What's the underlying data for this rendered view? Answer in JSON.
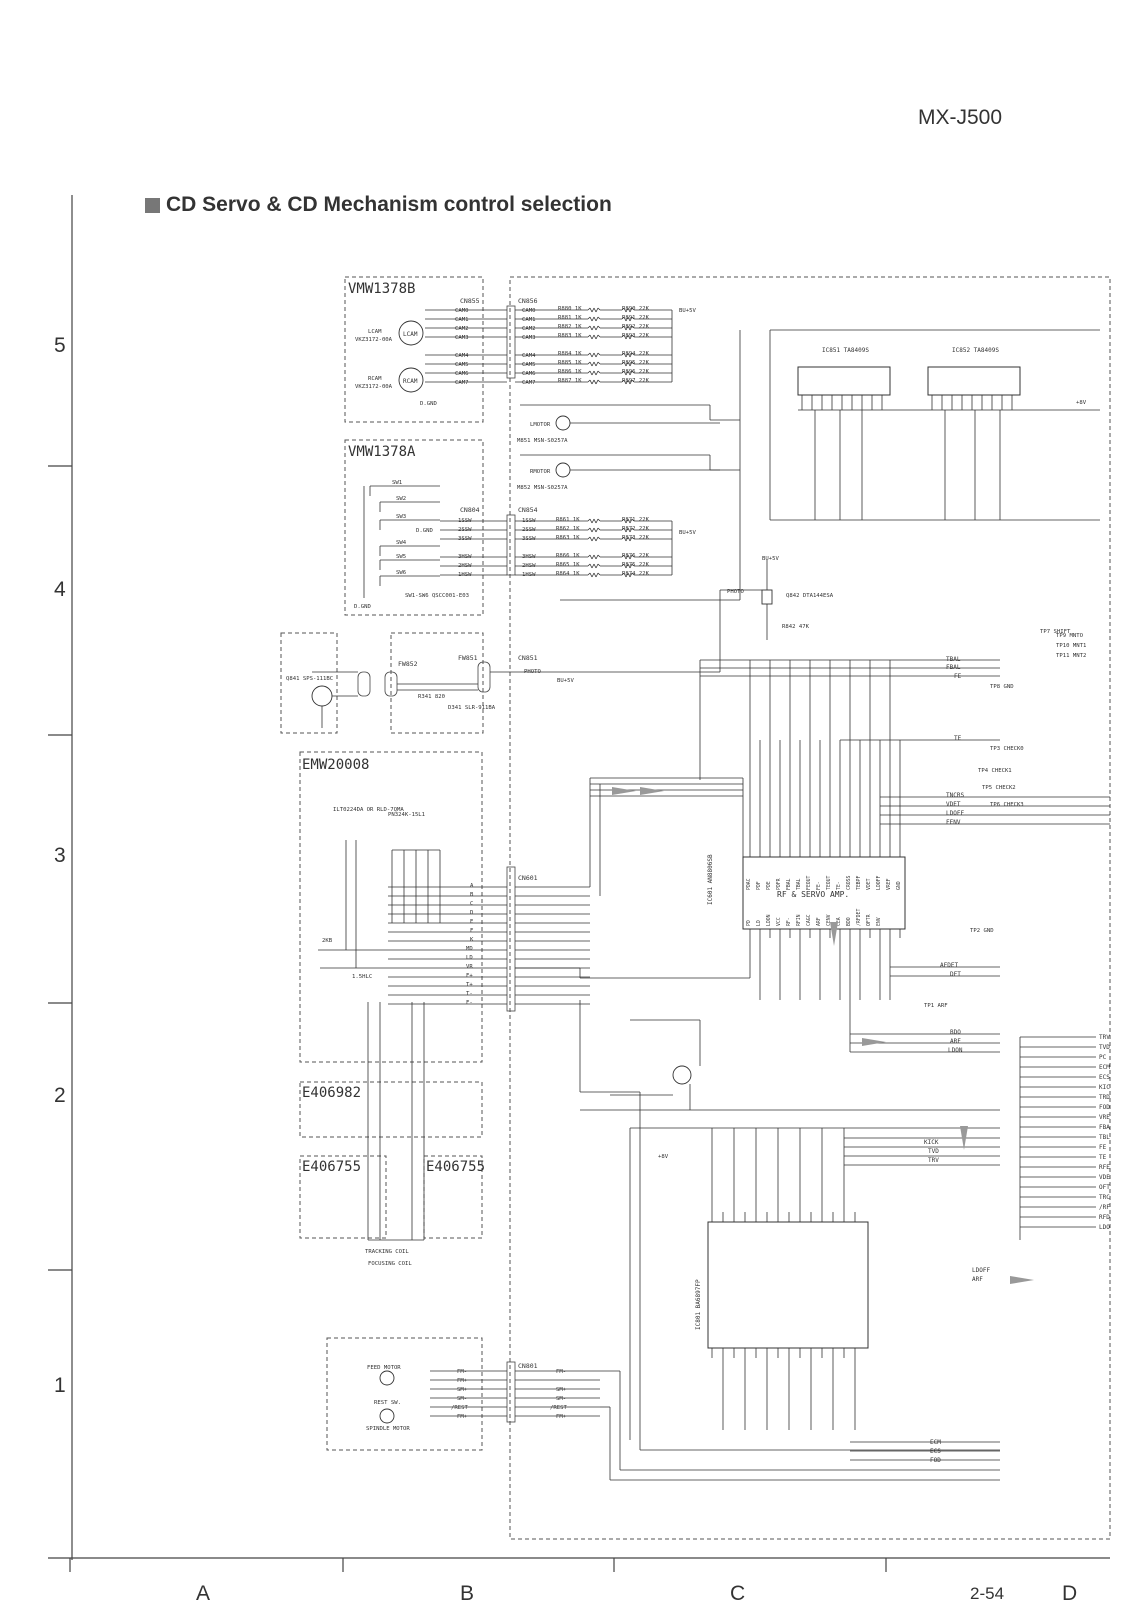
{
  "header": {
    "model": "MX-J500",
    "title": "CD Servo & CD Mechanism control selection",
    "page": "2-54"
  },
  "grid": {
    "rows": [
      "5",
      "4",
      "3",
      "2",
      "1"
    ],
    "cols": [
      "A",
      "B",
      "C",
      "D"
    ]
  },
  "boards": {
    "vmw1378b": "VMW1378B",
    "vmw1378a": "VMW1378A",
    "emw20008": "EMW20008",
    "e406982": "E406982",
    "e406755a": "E406755",
    "e406755b": "E406755"
  },
  "connectors": {
    "cn855": "CN855",
    "cn856": "CN856",
    "cn804": "CN804",
    "cn854": "CN854",
    "cn851": "CN851",
    "cn601": "CN601",
    "cn801": "CN801",
    "fw851": "FW851",
    "fw852": "FW852"
  },
  "cam_lines": [
    "CAM0",
    "CAM1",
    "CAM2",
    "CAM3",
    "CAM4",
    "CAM5",
    "CAM6",
    "CAM7"
  ],
  "cam_r_left": [
    "R880 1K",
    "R881 1K",
    "R882 1K",
    "R883 1K",
    "R884 1K",
    "R885 1K",
    "R886 1K",
    "R887 1K"
  ],
  "cam_r_right": [
    "R890 22K",
    "R891 22K",
    "R892 22K",
    "R893 22K",
    "R894 22K",
    "R895 22K",
    "R896 22K",
    "R897 22K"
  ],
  "sw_lines": [
    "1SSW",
    "2SSW",
    "3SSW",
    "3HSW",
    "2HSW",
    "1HSW"
  ],
  "sw_r_left": [
    "R861 1K",
    "R862 1K",
    "R863 1K",
    "R866 1K",
    "R865 1K",
    "R864 1K"
  ],
  "sw_r_right": [
    "R871 22K",
    "R872 22K",
    "R873 22K",
    "R876 22K",
    "R875 22K",
    "R874 22K"
  ],
  "switches": [
    "SW1",
    "SW2",
    "SW3",
    "SW4",
    "SW5",
    "SW6"
  ],
  "misc": {
    "lcam": "LCAM",
    "rcam": "RCAM",
    "lcam_part": "VKZ3172-00A",
    "rcam_part": "VKZ3172-00A",
    "lmotor": "LMOTOR",
    "rmotor": "RMOTOR",
    "m851": "M851 MSN-S0257A",
    "m852": "M852 MSN-S0257A",
    "sw_part": "SW1-SW6 QSCC001-E03",
    "dgnd": "D.GND",
    "bu5v": "BU+5V",
    "photo": "PHOTO",
    "q842": "Q842 DTA144ESA",
    "r842": "R842 47K",
    "q841": "Q841 SPS-111BC",
    "d341": "D341 SLR-911BA",
    "r341": "R341 820",
    "plus8v": "+8V"
  },
  "ics": {
    "ic851": "IC851 TA8409S",
    "ic852": "IC852 TA8409S",
    "ic601": "IC601 AN8806SB",
    "ic601_label": "RF & SERVO AMP.",
    "ic801": "IC801 BA6897FP"
  },
  "coils": {
    "focusing": "FOCUSING COIL",
    "tracking": "TRACKING COIL",
    "feed_motor": "FEED MOTOR",
    "rest_sw": "REST SW.",
    "spindle": "SPINDLE MOTOR"
  },
  "pickup": {
    "ld": "ILT0224DA OR RLD-7QMA",
    "pd": "PN324K-15L1",
    "vr": "2KB",
    "lens": "1.5HLC"
  },
  "cn601_pins": [
    "A",
    "B",
    "C",
    "D",
    "E",
    "F",
    "K",
    "MD",
    "LD",
    "VR",
    "F+",
    "T+",
    "T-",
    "F-",
    ""
  ],
  "cn801_pins": [
    "FM-",
    "FM+",
    "SM+",
    "SM-",
    "/REST",
    "FM+"
  ],
  "signals": [
    "TBAL",
    "FBAL",
    "FE",
    "TE",
    "TNCRS",
    "VDET",
    "LDOFF",
    "FENV",
    "AFDET",
    "DFT",
    "BDO",
    "ARF",
    "LDON",
    "ECM",
    "ECS",
    "FOD",
    "KICK",
    "TVD",
    "TRV",
    "LDOFF",
    "ARF"
  ],
  "right_edge": [
    "TRV",
    "TVD",
    "PC",
    "ECM",
    "ECS",
    "KIC",
    "TRD",
    "FOD",
    "VRE",
    "FBA",
    "TBL",
    "FE",
    "TE",
    "RFE",
    "VDE",
    "OFT",
    "TRC",
    "/RF",
    "RFD",
    "LDO"
  ],
  "testpoints": [
    "TP7 SHIFT",
    "TP9 MNTO",
    "TP10 MNT1",
    "TP11 MNT2",
    "TP8 GND",
    "TP3 CHECK0",
    "TP4 CHECK1",
    "TP5 CHECK2",
    "TP6 CHECK3",
    "TP2 GND",
    "TP1 ARF"
  ],
  "ic601_top_pins": [
    "PDAC",
    "PDF",
    "PDE",
    "PDFR",
    "FBAL",
    "TBAL",
    "FEOUT",
    "FE-",
    "TEOUT",
    "TE-",
    "CROSS",
    "TEBPF",
    "VDET",
    "LDOFF",
    "VREF",
    "GND"
  ],
  "ic601_bot_pins": [
    "PD",
    "LD",
    "LDON",
    "VCC",
    "RF-",
    "RFIN",
    "CAGC",
    "ARF",
    "CENV",
    "CEA",
    "BDO",
    "/RFDET",
    "OFTR",
    "ENV"
  ]
}
